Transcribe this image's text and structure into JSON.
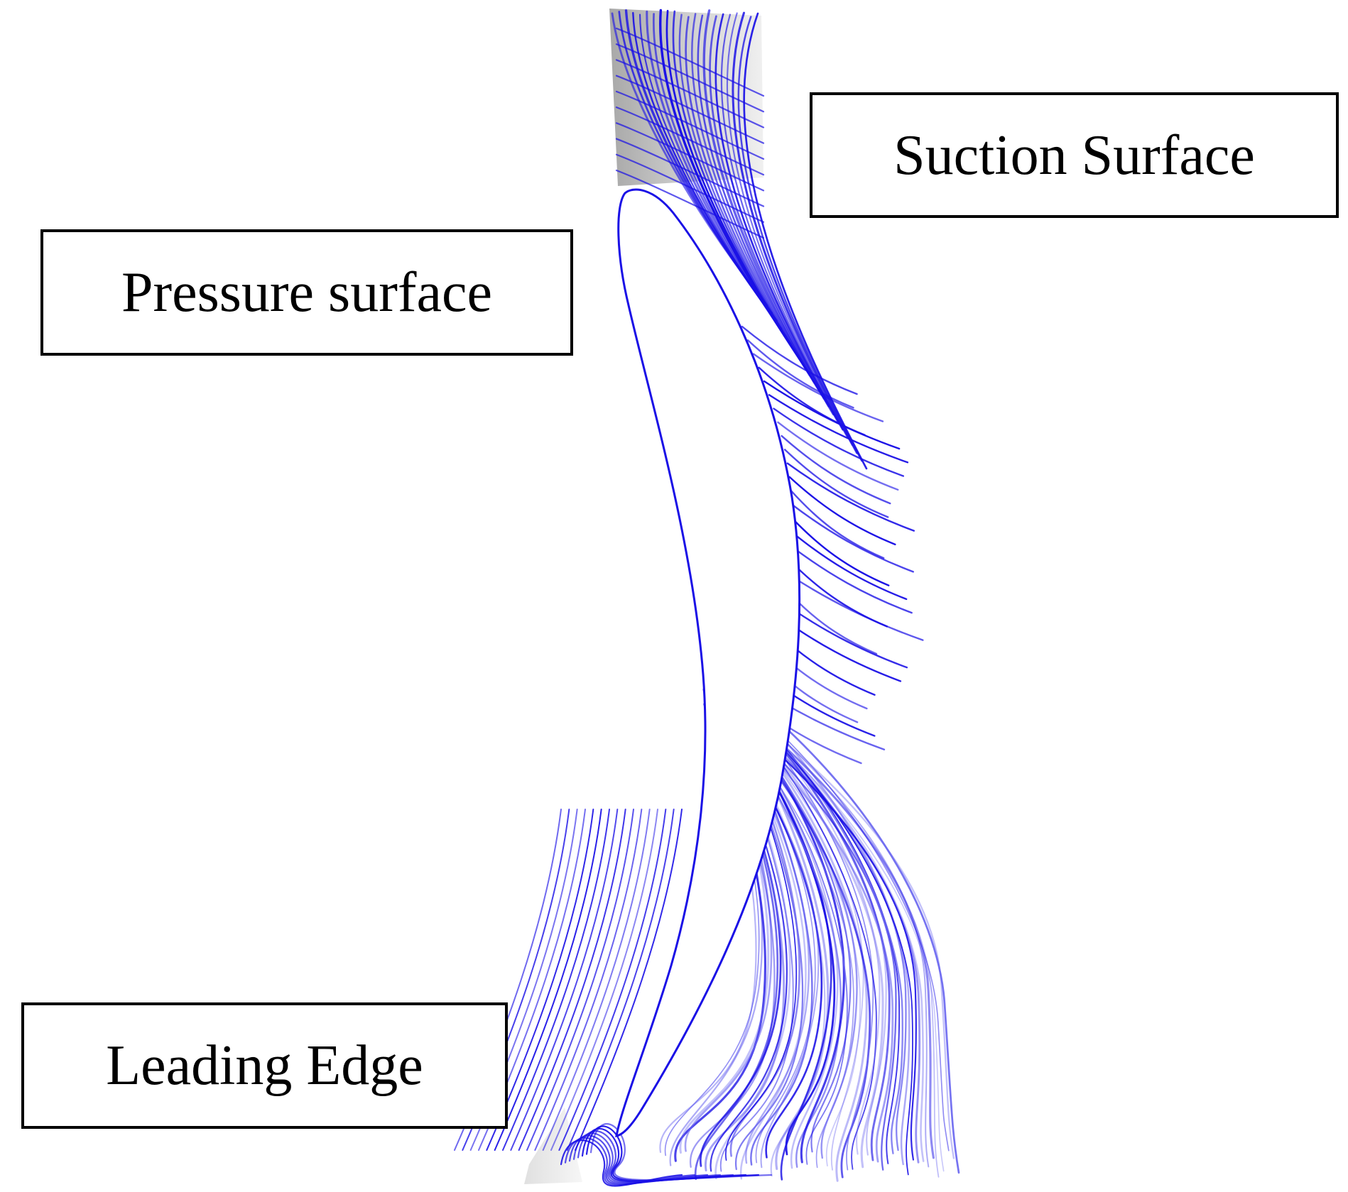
{
  "labels": {
    "suction_surface": "Suction Surface",
    "pressure_surface": "Pressure surface",
    "leading_edge": "Leading Edge"
  },
  "colors": {
    "streamline": "#1a10e6",
    "streamline_light": "#6a66f0",
    "passage_shade": "#bdbdbd",
    "blade_fill": "#ffffff",
    "box_border": "#000000"
  }
}
